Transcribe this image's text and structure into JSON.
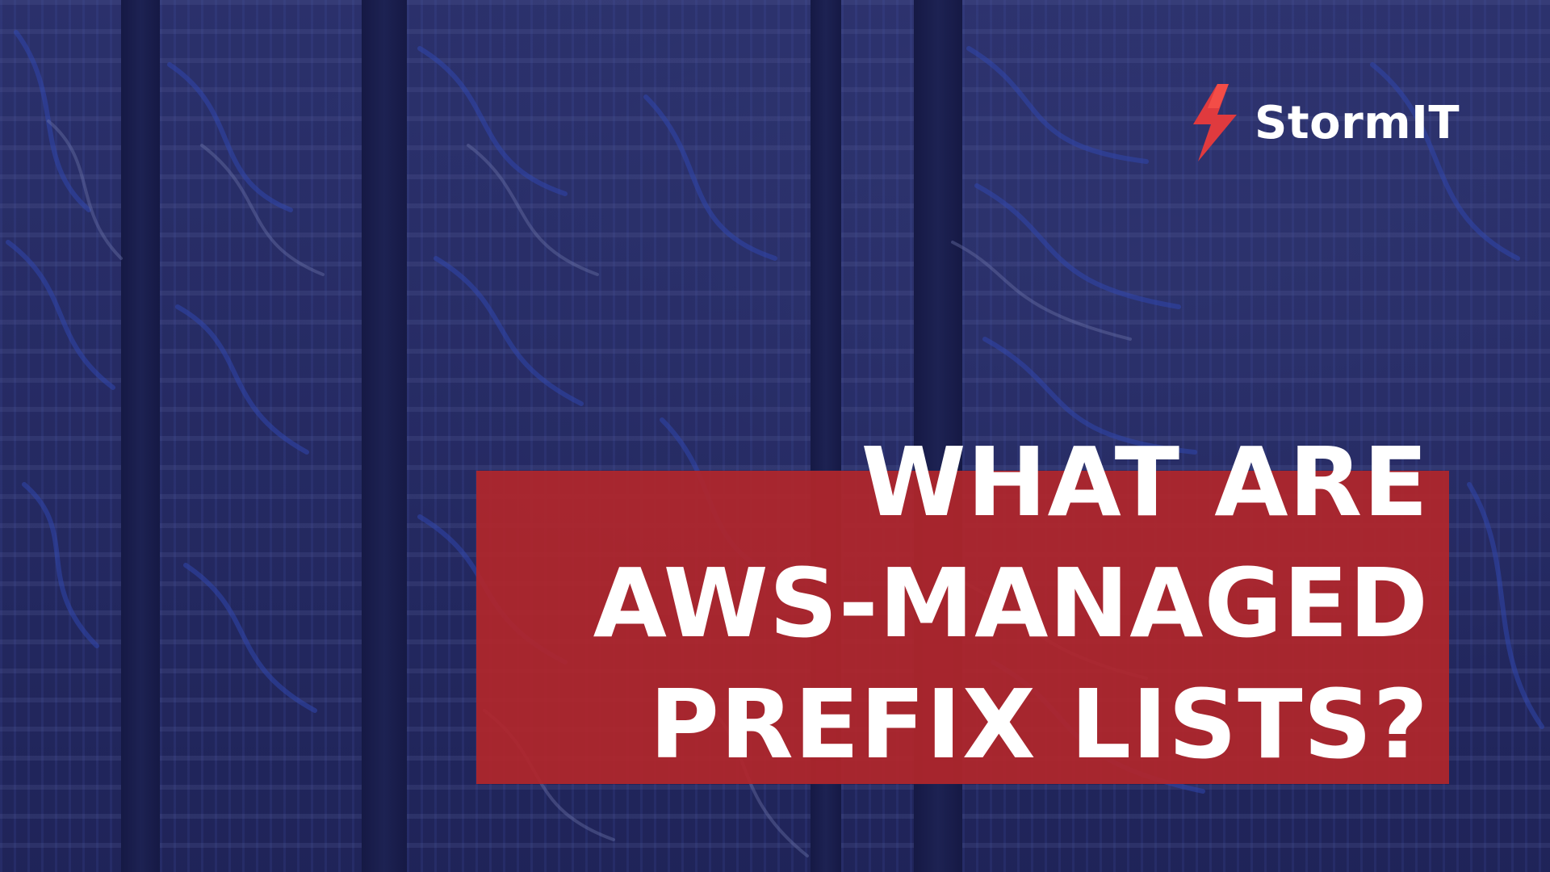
{
  "brand": {
    "name": "StormIT",
    "accent_color": "#e03a3e",
    "icon": "lightning-bolt-icon"
  },
  "headline": {
    "line1": "WHAT ARE",
    "line2": "AWS-MANAGED",
    "line3": "PREFIX LISTS?"
  },
  "colors": {
    "box": "#b2262a",
    "background": "#1d2256",
    "text": "#ffffff"
  }
}
